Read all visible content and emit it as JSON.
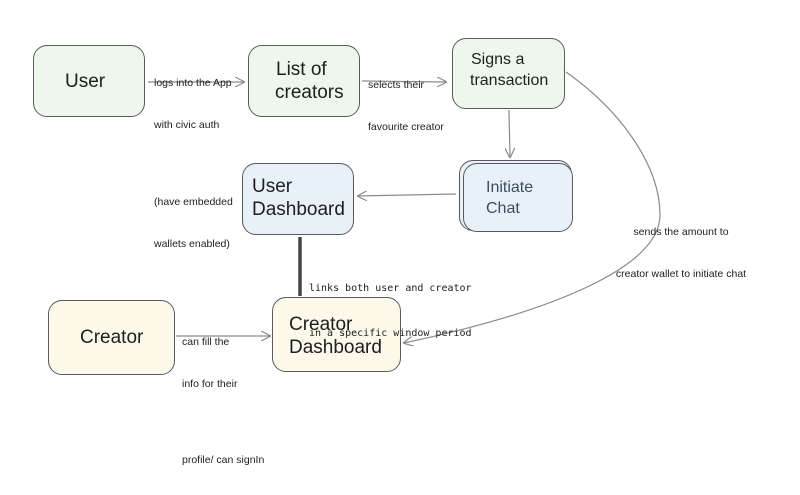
{
  "nodes": {
    "user": "User",
    "list_of_creators": [
      "List of",
      "creators"
    ],
    "signs_transaction": [
      "Signs a",
      "transaction"
    ],
    "initiate_chat": [
      "Initiate",
      "Chat"
    ],
    "user_dashboard": [
      "User",
      "Dashboard"
    ],
    "creator": "Creator",
    "creator_dashboard": [
      "Creator",
      "Dashboard"
    ]
  },
  "edges": {
    "user_to_list": [
      "logs into the App",
      "with civic auth",
      "",
      "(have embedded",
      "wallets enabled)"
    ],
    "list_to_signs": [
      "selects their",
      "favourite creator"
    ],
    "signs_to_creator_dashboard": [
      "sends the amount to",
      "creator wallet to initiate chat"
    ],
    "user_dashboard_link": [
      "links both user and creator",
      "in a specific window period"
    ],
    "creator_to_dashboard": [
      "can fill the",
      "info for their",
      "",
      "profile/ can signIn"
    ]
  },
  "colors": {
    "green_fill": "#eef7ec",
    "blue_fill": "#e8f1fa",
    "yellow_fill": "#fcf8ea",
    "stroke": "#5a5a5a",
    "arrow": "#8a8a8a",
    "link": "#444444"
  }
}
